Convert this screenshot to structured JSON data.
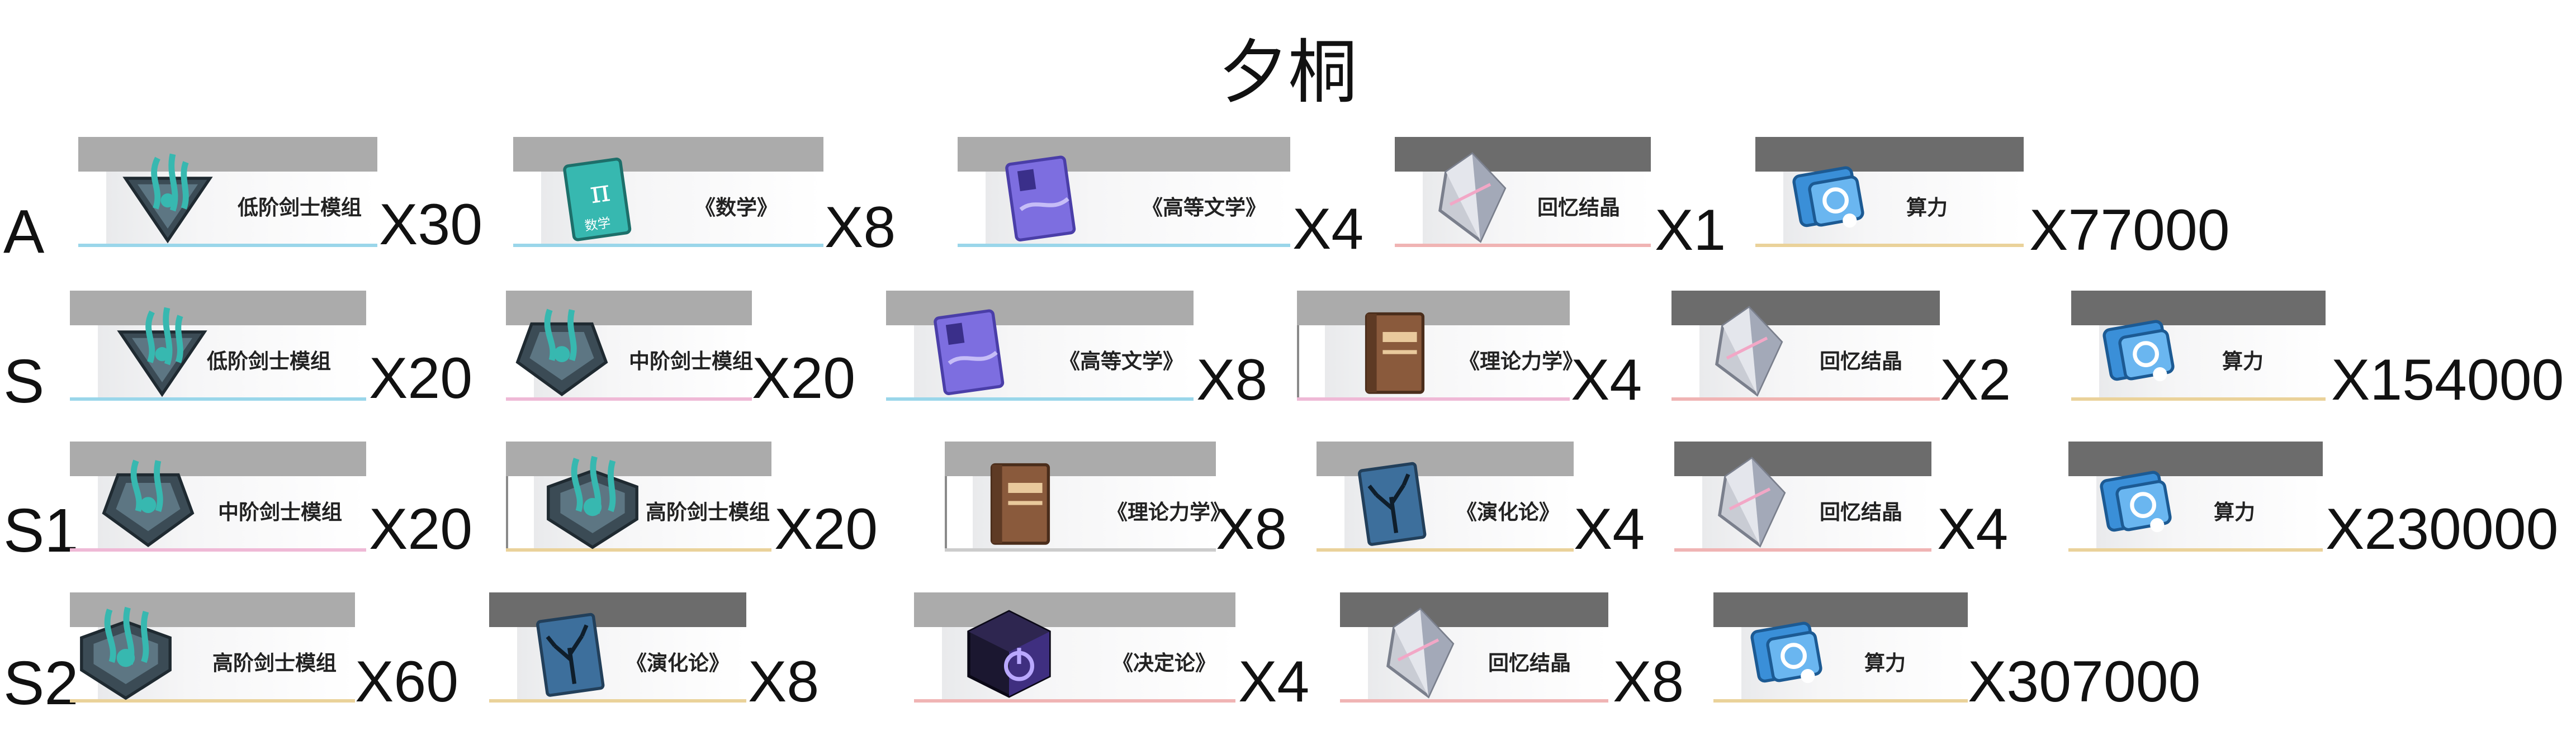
{
  "title": "夕桐",
  "tiers": [
    {
      "label": "A",
      "items": [
        {
          "name": "低阶剑士模组",
          "qty": "X30",
          "icon": "low-sword-module-icon"
        },
        {
          "name": "《数学》",
          "qty": "X8",
          "icon": "math-book-icon"
        },
        {
          "name": "《高等文学》",
          "qty": "X4",
          "icon": "literature-book-icon"
        },
        {
          "name": "回忆结晶",
          "qty": "X1",
          "icon": "memory-crystal-icon"
        },
        {
          "name": "算力",
          "qty": "X77000",
          "icon": "compute-chip-icon"
        }
      ]
    },
    {
      "label": "S",
      "items": [
        {
          "name": "低阶剑士模组",
          "qty": "X20",
          "icon": "low-sword-module-icon"
        },
        {
          "name": "中阶剑士模组",
          "qty": "X20",
          "icon": "mid-sword-module-icon"
        },
        {
          "name": "《高等文学》",
          "qty": "X8",
          "icon": "literature-book-icon"
        },
        {
          "name": "《理论力学》",
          "qty": "X4",
          "icon": "mechanics-book-icon"
        },
        {
          "name": "回忆结晶",
          "qty": "X2",
          "icon": "memory-crystal-icon"
        },
        {
          "name": "算力",
          "qty": "X154000",
          "icon": "compute-chip-icon"
        }
      ]
    },
    {
      "label": "S1",
      "items": [
        {
          "name": "中阶剑士模组",
          "qty": "X20",
          "icon": "mid-sword-module-icon"
        },
        {
          "name": "高阶剑士模组",
          "qty": "X20",
          "icon": "high-sword-module-icon"
        },
        {
          "name": "《理论力学》",
          "qty": "X8",
          "icon": "mechanics-book-icon"
        },
        {
          "name": "《演化论》",
          "qty": "X4",
          "icon": "evolution-book-icon"
        },
        {
          "name": "回忆结晶",
          "qty": "X4",
          "icon": "memory-crystal-icon"
        },
        {
          "name": "算力",
          "qty": "X230000",
          "icon": "compute-chip-icon"
        }
      ]
    },
    {
      "label": "S2",
      "items": [
        {
          "name": "高阶剑士模组",
          "qty": "X60",
          "icon": "high-sword-module-icon"
        },
        {
          "name": "《演化论》",
          "qty": "X8",
          "icon": "evolution-book-icon"
        },
        {
          "name": "《决定论》",
          "qty": "X4",
          "icon": "determinism-cube-icon"
        },
        {
          "name": "回忆结晶",
          "qty": "X8",
          "icon": "memory-crystal-icon"
        },
        {
          "name": "算力",
          "qty": "X307000",
          "icon": "compute-chip-icon"
        }
      ]
    }
  ],
  "colors": {
    "band_light": "#ababab",
    "band_dark": "#6c6c6c",
    "underline_blue": "#9ad6ea",
    "underline_pink": "#efb9d6",
    "underline_yellow": "#ead29a",
    "underline_red": "#f0b4b4",
    "teal_accent": "#37b8b0",
    "purple_accent": "#7d6ee0"
  }
}
